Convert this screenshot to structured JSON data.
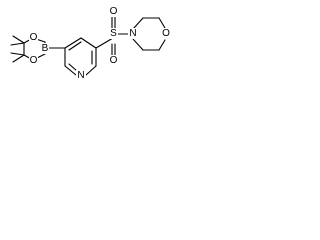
{
  "structure": {
    "atom_labels": {
      "oxygen_ring_1": "O",
      "oxygen_ring_2": "O",
      "boron": "B",
      "nitrogen_pyridine": "N",
      "sulfur": "S",
      "oxygen_sulfonyl_1": "O",
      "oxygen_sulfonyl_2": "O",
      "nitrogen_morpholine": "N",
      "oxygen_morpholine": "O"
    },
    "colors": {
      "bond": "#000000",
      "label": "#000000",
      "background": "#ffffff"
    }
  }
}
